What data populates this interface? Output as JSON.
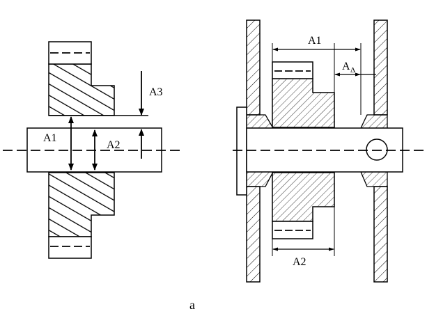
{
  "left_view": {
    "labels": {
      "a1": "A1",
      "a2": "A2",
      "a3": "A3"
    }
  },
  "right_view": {
    "labels": {
      "a1": "A1",
      "a_delta_main": "A",
      "a_delta_sub": "Δ",
      "a2": "A2"
    }
  },
  "caption": "а"
}
